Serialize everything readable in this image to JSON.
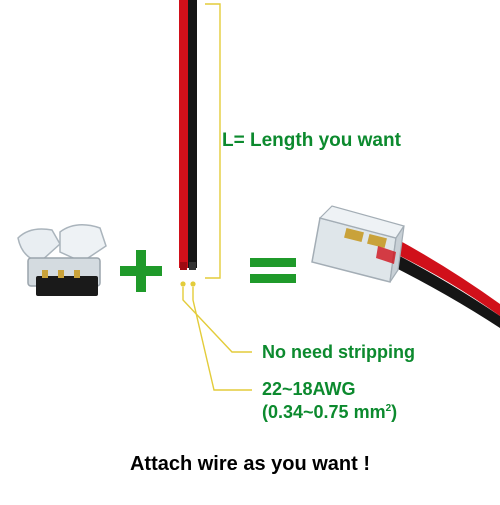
{
  "annotations": {
    "length": "L= Length you want",
    "no_stripping": "No need stripping",
    "awg": "22~18AWG",
    "mm_prefix": "(0.34~0.75 mm",
    "mm_sup": "2",
    "mm_suffix": ")"
  },
  "caption": "Attach wire as you want !",
  "symbols": {
    "plus": "+",
    "equals": "="
  },
  "colors": {
    "label_green": "#0c8a2e",
    "guide_yellow": "#e3cc3a",
    "wire_red": "#d0101a",
    "wire_black": "#151515",
    "symbol_green": "#1f9a2a"
  }
}
